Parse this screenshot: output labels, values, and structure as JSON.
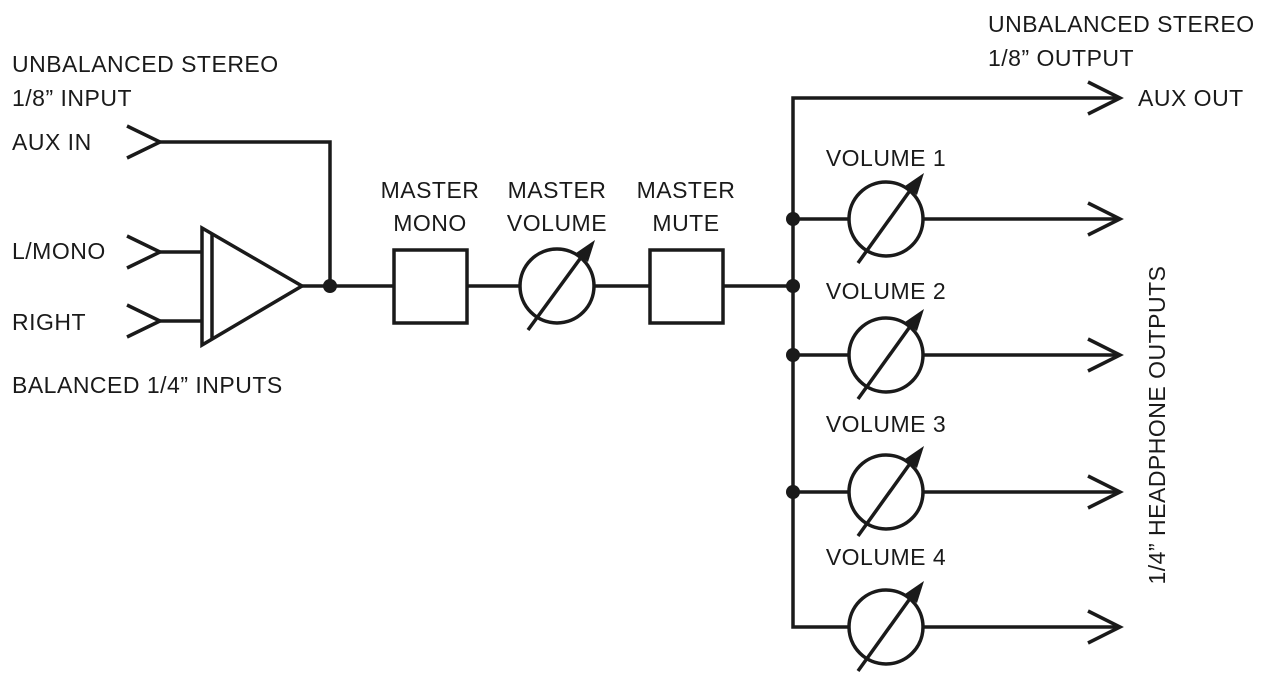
{
  "labels": {
    "unbalanced_input_line1": "UNBALANCED STEREO",
    "unbalanced_input_line2": "1/8” INPUT",
    "aux_in": "AUX IN",
    "l_mono": "L/MONO",
    "right": "RIGHT",
    "balanced_inputs": "BALANCED 1/4” INPUTS",
    "master_mono_line1": "MASTER",
    "master_mono_line2": "MONO",
    "master_volume_line1": "MASTER",
    "master_volume_line2": "VOLUME",
    "master_mute_line1": "MASTER",
    "master_mute_line2": "MUTE",
    "unbalanced_output_line1": "UNBALANCED STEREO",
    "unbalanced_output_line2": "1/8” OUTPUT",
    "aux_out": "AUX OUT",
    "volume_1": "VOLUME 1",
    "volume_2": "VOLUME 2",
    "volume_3": "VOLUME 3",
    "volume_4": "VOLUME 4",
    "headphone_outputs": "1/4” HEADPHONE OUTPUTS"
  },
  "colors": {
    "line": "#1a1a1a",
    "background": "#ffffff"
  }
}
